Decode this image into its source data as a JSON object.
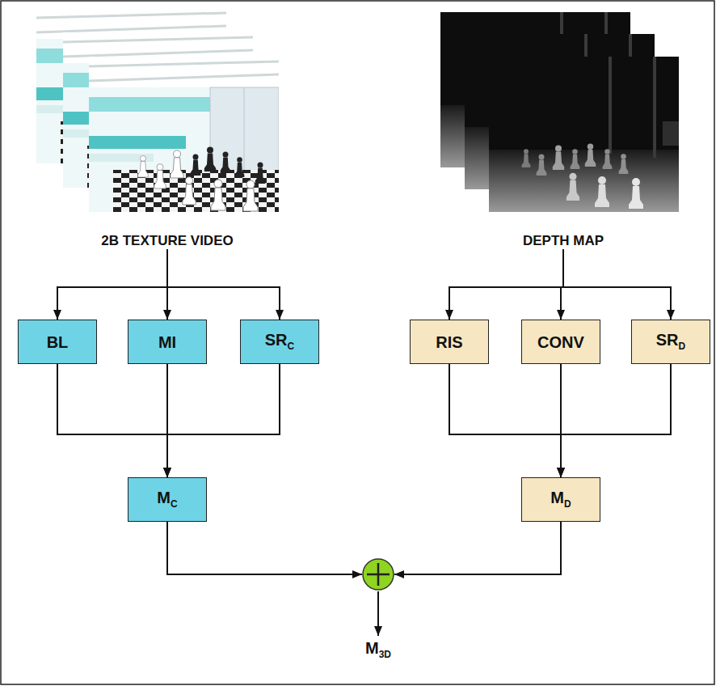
{
  "diagram": {
    "nodes": [
      {
        "text": [
          "2B TEXTURE VIDEO"
        ]
      },
      {
        "text": [
          "DEPTH MAP"
        ]
      },
      {
        "text": [
          "BL"
        ]
      },
      {
        "text": [
          "MI"
        ]
      },
      {
        "text": [
          "SRC"
        ]
      },
      {
        "text": [
          "RIS"
        ]
      },
      {
        "text": [
          "CONV"
        ]
      },
      {
        "text": [
          "SRD"
        ]
      },
      {
        "text": [
          "MC"
        ]
      },
      {
        "text": [
          "MD"
        ]
      },
      {
        "text": [
          "M3D"
        ]
      }
    ],
    "edges": [
      {
        "from": 0,
        "to": 2,
        "arrow": "to"
      },
      {
        "from": 0,
        "to": 3,
        "arrow": "to"
      },
      {
        "from": 0,
        "to": 4,
        "arrow": "to"
      },
      {
        "from": 1,
        "to": 5,
        "arrow": "to"
      },
      {
        "from": 1,
        "to": 6,
        "arrow": "to"
      },
      {
        "from": 1,
        "to": 7,
        "arrow": "to"
      },
      {
        "from": 2,
        "to": 8,
        "arrow": "to"
      },
      {
        "from": 3,
        "to": 8,
        "arrow": "to"
      },
      {
        "from": 4,
        "to": 8,
        "arrow": "to"
      },
      {
        "from": 5,
        "to": 9,
        "arrow": "to"
      },
      {
        "from": 6,
        "to": 9,
        "arrow": "to"
      },
      {
        "from": 7,
        "to": 9,
        "arrow": "to"
      },
      {
        "from": 8,
        "to": 10,
        "arrow": "to"
      },
      {
        "from": 9,
        "to": 10,
        "arrow": "to"
      }
    ]
  }
}
